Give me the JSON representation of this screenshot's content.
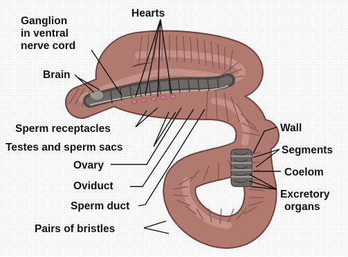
{
  "labels": {
    "ganglion_line1": "Ganglion",
    "ganglion_line2": "in ventral",
    "ganglion_line3": "nerve cord",
    "hearts": "Hearts",
    "brain": "Brain",
    "sperm_receptacles": "Sperm receptacles",
    "testes_sperm_sacs": "Testes and sperm sacs",
    "ovary": "Ovary",
    "oviduct": "Oviduct",
    "sperm_duct": "Sperm duct",
    "pairs_of_bristles": "Pairs of bristles",
    "wall": "Wall",
    "segments": "Segments",
    "coelom": "Coelom",
    "excretory_line1": "Excretory",
    "excretory_line2": "organs"
  },
  "colors": {
    "body": "#b07a70",
    "body_dark": "#7d4e47",
    "body_light": "#c99890",
    "gut": "#5a5656",
    "label": "#111111"
  }
}
